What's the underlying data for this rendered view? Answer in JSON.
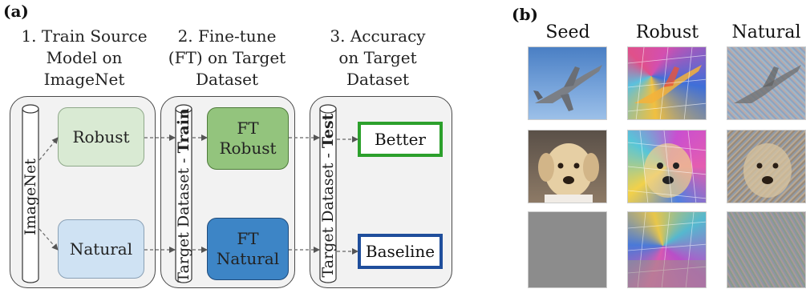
{
  "panel_a": {
    "label": "(a)",
    "steps": [
      "1. Train Source\nModel on\nImageNet",
      "2. Fine-tune\n(FT) on Target\nDataset",
      "3. Accuracy\non Target\nDataset"
    ],
    "source_dataset": "ImageNet",
    "train_cylinder": {
      "prefix": "Target Dataset - ",
      "bold": "Train"
    },
    "test_cylinder": {
      "prefix": "Target Dataset - ",
      "bold": "Test"
    },
    "source_models": [
      "Robust",
      "Natural"
    ],
    "finetuned_models": [
      "FT\nRobust",
      "FT\nNatural"
    ],
    "outcomes": [
      "Better",
      "Baseline"
    ],
    "colors": {
      "robust_fill": "#d9ead3",
      "natural_fill": "#cfe2f3",
      "ft_robust_fill": "#93c47d",
      "ft_natural_fill": "#3d85c6",
      "better_border": "#2ca02c",
      "baseline_border": "#1f4e9c",
      "group_fill": "#f2f2f2"
    }
  },
  "panel_b": {
    "label": "(b)",
    "columns": [
      "Seed",
      "Robust",
      "Natural"
    ],
    "rows": [
      "fighter-jet",
      "labrador-dog",
      "gray-noise"
    ]
  }
}
